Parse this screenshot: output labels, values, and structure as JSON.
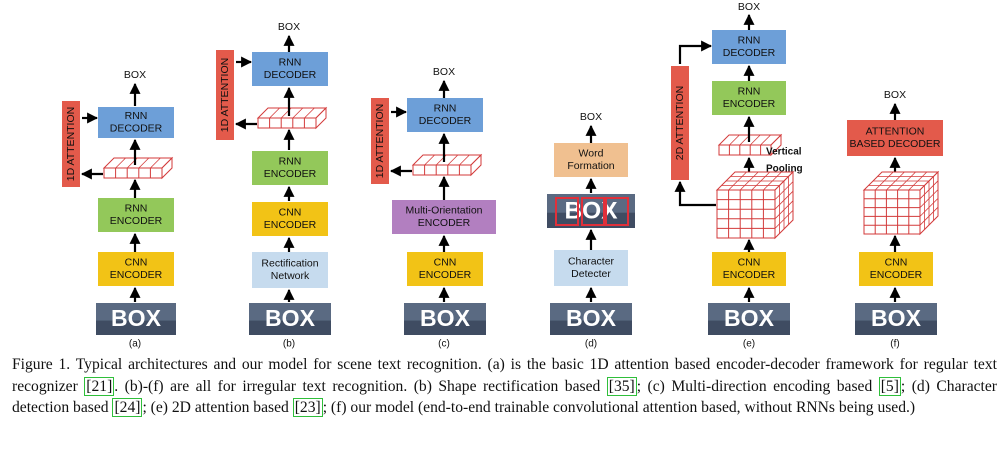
{
  "labels": {
    "box": "BOX",
    "rnn_decoder": [
      "RNN",
      "DECODER"
    ],
    "rnn_encoder": [
      "RNN",
      "ENCODER"
    ],
    "cnn_encoder": [
      "CNN",
      "ENCODER"
    ],
    "attention_1d": "1D ATTENTION",
    "attention_2d": "2D ATTENTION",
    "rectification": [
      "Rectification",
      "Network"
    ],
    "multi_orientation": [
      "Multi-Orientation",
      "ENCODER"
    ],
    "word_formation": [
      "Word",
      "Formation"
    ],
    "character_detecter": [
      "Character",
      "Detecter"
    ],
    "vertical_pooling": [
      "Vertical",
      "Pooling"
    ],
    "attention_decoder": [
      "ATTENTION",
      "BASED DECODER"
    ],
    "input_word": "BOX",
    "detected_chars": [
      "B",
      "O",
      "X"
    ]
  },
  "panels": [
    {
      "label": "(a)"
    },
    {
      "label": "(b)"
    },
    {
      "label": "(c)"
    },
    {
      "label": "(d)"
    },
    {
      "label": "(e)"
    },
    {
      "label": "(f)"
    }
  ],
  "colors": {
    "blue": "#6d9fd8",
    "green": "#93c85a",
    "yellow": "#f2c316",
    "red": "#e35a4b",
    "purple": "#b27fc0",
    "peach": "#f0c090",
    "lightblue": "#c6dbee",
    "grid": "#d33a3a"
  },
  "caption": {
    "t1": "Figure 1. Typical architectures and our model for scene text recognition. (a) is the basic 1D attention based encoder-decoder framework for regular text recognizer ",
    "r1": "[21]",
    "t2": ". (b)-(f) are all for irregular text recognition. (b) Shape rectification based ",
    "r2": "[35]",
    "t3": "; (c) Multi-direction encoding based ",
    "r3": "[5]",
    "t4": "; (d) Character detection based ",
    "r4": "[24]",
    "t5": "; (e) 2D attention based ",
    "r5": "[23]",
    "t6": "; (f) our model (end-to-end trainable convolutional attention based, without RNNs being used.)"
  }
}
